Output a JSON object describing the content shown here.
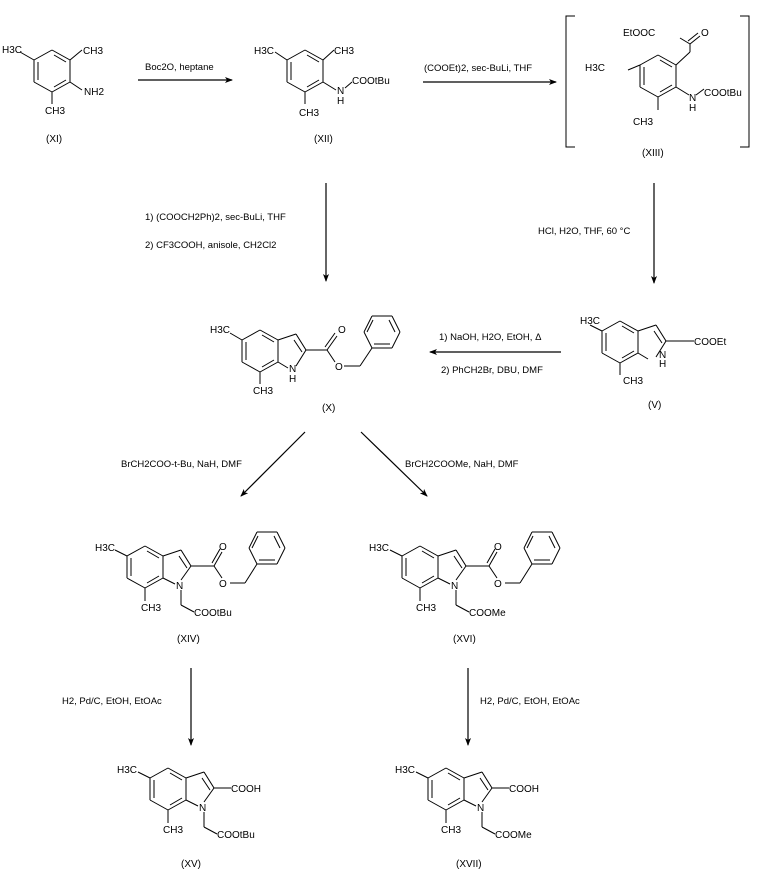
{
  "title": "Synthesis scheme of 1-substituted 5,7-dimethylindole-2-carboxylic acids",
  "compounds": {
    "XI": {
      "id": "(XI)",
      "substituents": {
        "me_left": "H3C",
        "me_top": "CH3",
        "me_bottom": "CH3",
        "amine": "NH2"
      }
    },
    "XII": {
      "id": "(XII)",
      "substituents": {
        "me_left": "H3C",
        "me_top": "CH3",
        "me_bottom": "CH3",
        "nh": "N",
        "h": "H",
        "boc": "COOtBu"
      }
    },
    "XIII": {
      "id": "(XIII)",
      "substituents": {
        "ester": "EtOOC",
        "oxo": "O",
        "me_left": "H3C",
        "me_bottom": "CH3",
        "nh": "N",
        "h": "H",
        "boc": "COOtBu"
      }
    },
    "V": {
      "id": "(V)",
      "substituents": {
        "me_left": "H3C",
        "me_bottom": "CH3",
        "nh": "N",
        "h": "H",
        "ester": "COOEt"
      }
    },
    "X": {
      "id": "(X)",
      "substituents": {
        "me_left": "H3C",
        "me_bottom": "CH3",
        "nh": "N",
        "h": "H",
        "carbonyl_o": "O",
        "ester_o": "O"
      }
    },
    "XIV": {
      "id": "(XIV)",
      "substituents": {
        "me_left": "H3C",
        "me_bottom": "CH3",
        "n": "N",
        "carbonyl_o": "O",
        "ester_o": "O",
        "side_chain": "COOtBu"
      }
    },
    "XVI": {
      "id": "(XVI)",
      "substituents": {
        "me_left": "H3C",
        "me_bottom": "CH3",
        "n": "N",
        "carbonyl_o": "O",
        "ester_o": "O",
        "side_chain": "COOMe"
      }
    },
    "XV": {
      "id": "(XV)",
      "substituents": {
        "me_left": "H3C",
        "me_bottom": "CH3",
        "n": "N",
        "acid": "COOH",
        "side_chain": "COOtBu"
      }
    },
    "XVII": {
      "id": "(XVII)",
      "substituents": {
        "me_left": "H3C",
        "me_bottom": "CH3",
        "n": "N",
        "acid": "COOH",
        "side_chain": "COOMe"
      }
    }
  },
  "reactions": {
    "XI_to_XII": {
      "conditions": [
        "Boc2O, heptane"
      ]
    },
    "XII_to_XIII": {
      "conditions": [
        "(COOEt)2, sec-BuLi, THF"
      ]
    },
    "XII_to_X": {
      "conditions": [
        "1) (COOCH2Ph)2, sec-BuLi, THF",
        "2) CF3COOH, anisole, CH2Cl2"
      ]
    },
    "XIII_to_V": {
      "conditions": [
        "HCl, H2O, THF, 60 °C"
      ]
    },
    "V_to_X": {
      "conditions": [
        "1) NaOH, H2O, EtOH, Δ",
        "2) PhCH2Br, DBU, DMF"
      ]
    },
    "X_to_XIV": {
      "conditions": [
        "BrCH2COO-t-Bu, NaH, DMF"
      ]
    },
    "X_to_XVI": {
      "conditions": [
        "BrCH2COOMe, NaH, DMF"
      ]
    },
    "XIV_to_XV": {
      "conditions": [
        "H2, Pd/C, EtOH, EtOAc"
      ]
    },
    "XVI_to_XVII": {
      "conditions": [
        "H2, Pd/C, EtOH, EtOAc"
      ]
    }
  }
}
